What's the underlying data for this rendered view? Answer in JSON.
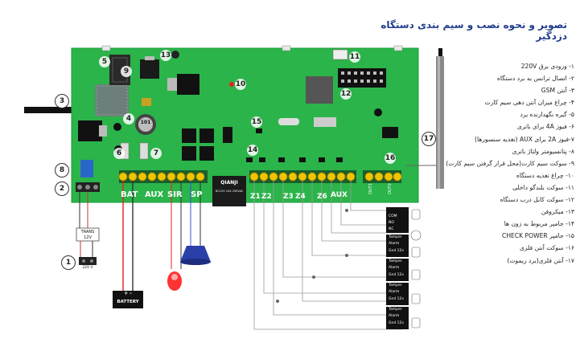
{
  "title": "تصویر و نحوه نصب و سیم بندی دستگاه دزدگیر",
  "legend": [
    "۱- ورودی برق 220V",
    "۲- اتصال ترانس به برد دستگاه",
    "۳- آنتن GSM",
    "۴- چراغ میزان آنتن دهی سیم کارت",
    "۵- گیره نگهدارنده برد",
    "۶- فیوز 4A برای باتری",
    "۷-فیوز 2A برای AUX (تغذیه سنسورها)",
    "۸- پتانسیومتر ولتاژ باتری",
    "۹- سوکت سیم کارت(محل قرار گرفتن سیم کارت)",
    "۱۰- چراغ تغذیه دستگاه",
    "۱۱- سوکت بلندگو داخلی",
    "۱۲- سوکت کابل درب دستگاه",
    "۱۳- میکروفن",
    "۱۴- جامپر مربوط به زون ها",
    "۱۵- جامپر CHECK POWER",
    "۱۶- سوکت آنتن فلزی",
    "۱۷- آنتن فلزی(برد ریموت)"
  ],
  "callouts": [
    "1",
    "2",
    "3",
    "4",
    "5",
    "6",
    "7",
    "8",
    "9",
    "10",
    "11",
    "12",
    "13",
    "14",
    "15",
    "16",
    "17"
  ],
  "terminal_labels": {
    "bat": "BAT",
    "aux": "AUX",
    "sir": "SIR",
    "sp": "SP",
    "z1": "Z1",
    "z2": "Z2",
    "z3": "Z3",
    "z4": "Z4",
    "z6": "Z6",
    "aux2": "AUX",
    "out1": "OUT1",
    "out2": "OUT2"
  },
  "chip_label": "QIANJI",
  "chip_sub": "DC12V 10A 250VAC",
  "board_number": "101",
  "trans_label": "TRANS\n12V",
  "trans_line1": "TRANS",
  "trans_line2": "12V",
  "power_label": "220 V",
  "battery_label": "BATTERY",
  "battery_signs": "+ -",
  "sensor_top_labels": [
    "COM",
    "NO",
    "NC"
  ],
  "sensor_rows": [
    "Tamper",
    "Alarm",
    "Gnd 12v"
  ]
}
